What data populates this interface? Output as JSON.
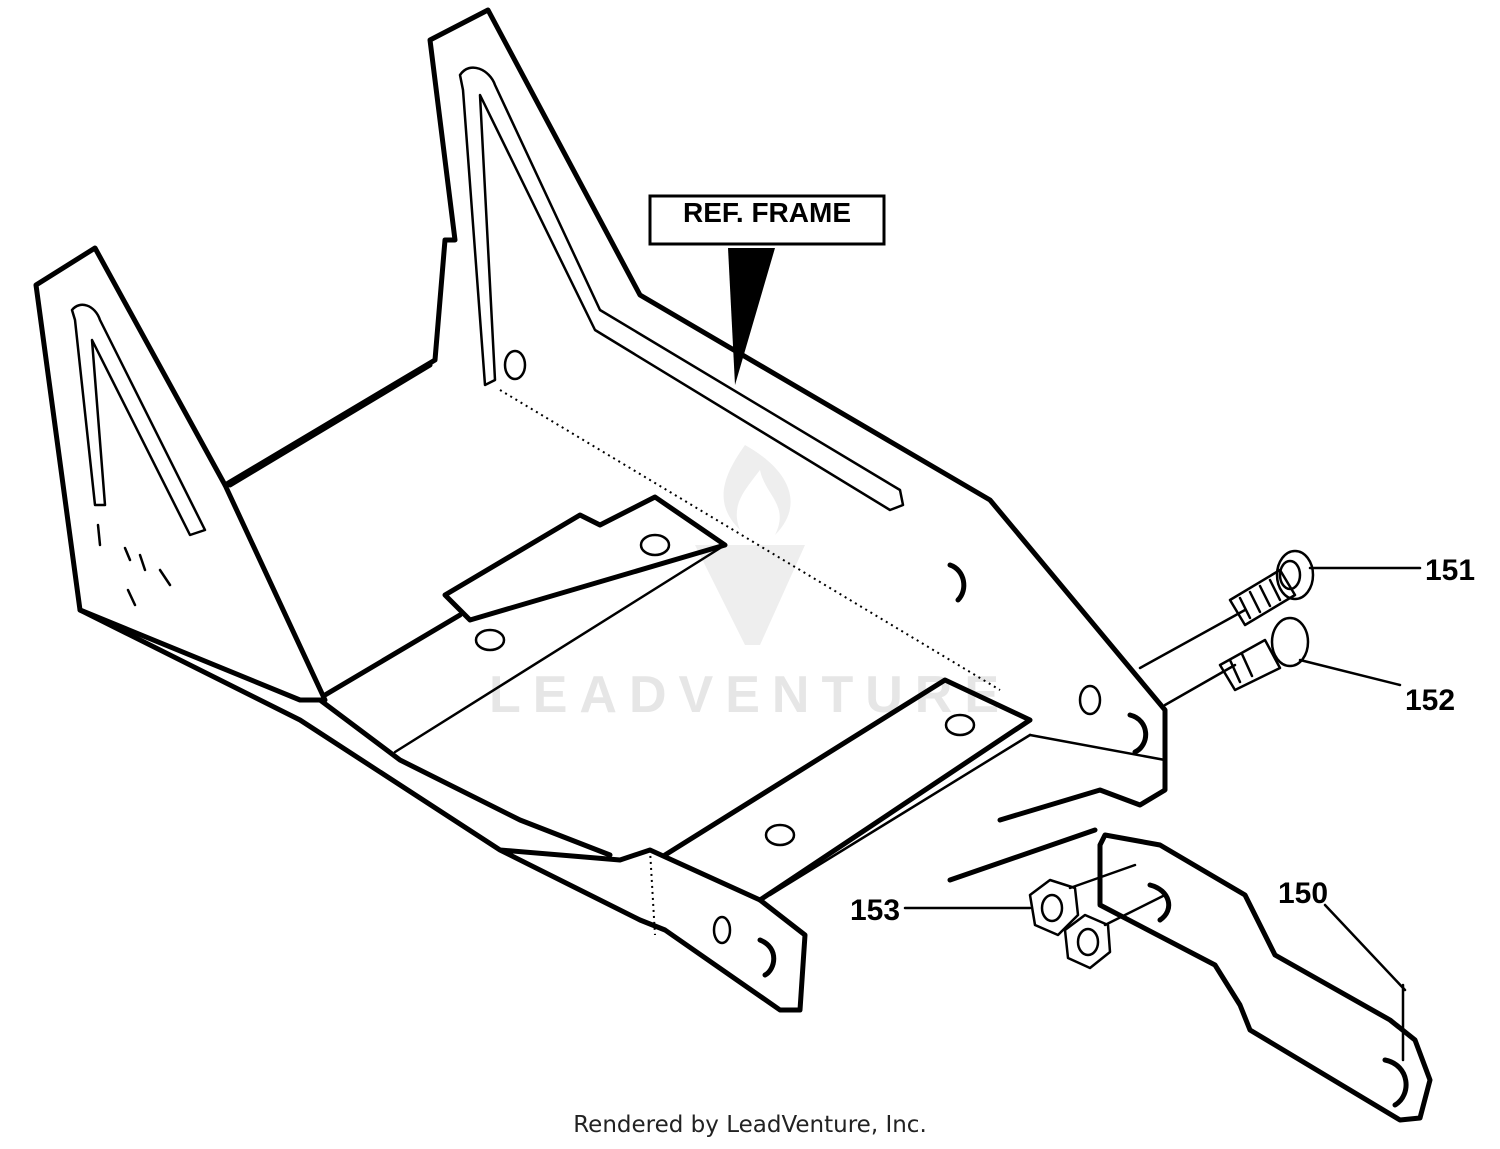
{
  "diagram": {
    "reference_label": "REF. FRAME",
    "watermark": "LEADVENTURE",
    "callouts": [
      {
        "id": "151"
      },
      {
        "id": "152"
      },
      {
        "id": "153"
      },
      {
        "id": "150"
      }
    ]
  },
  "footer": {
    "text": "Rendered by LeadVenture, Inc."
  }
}
